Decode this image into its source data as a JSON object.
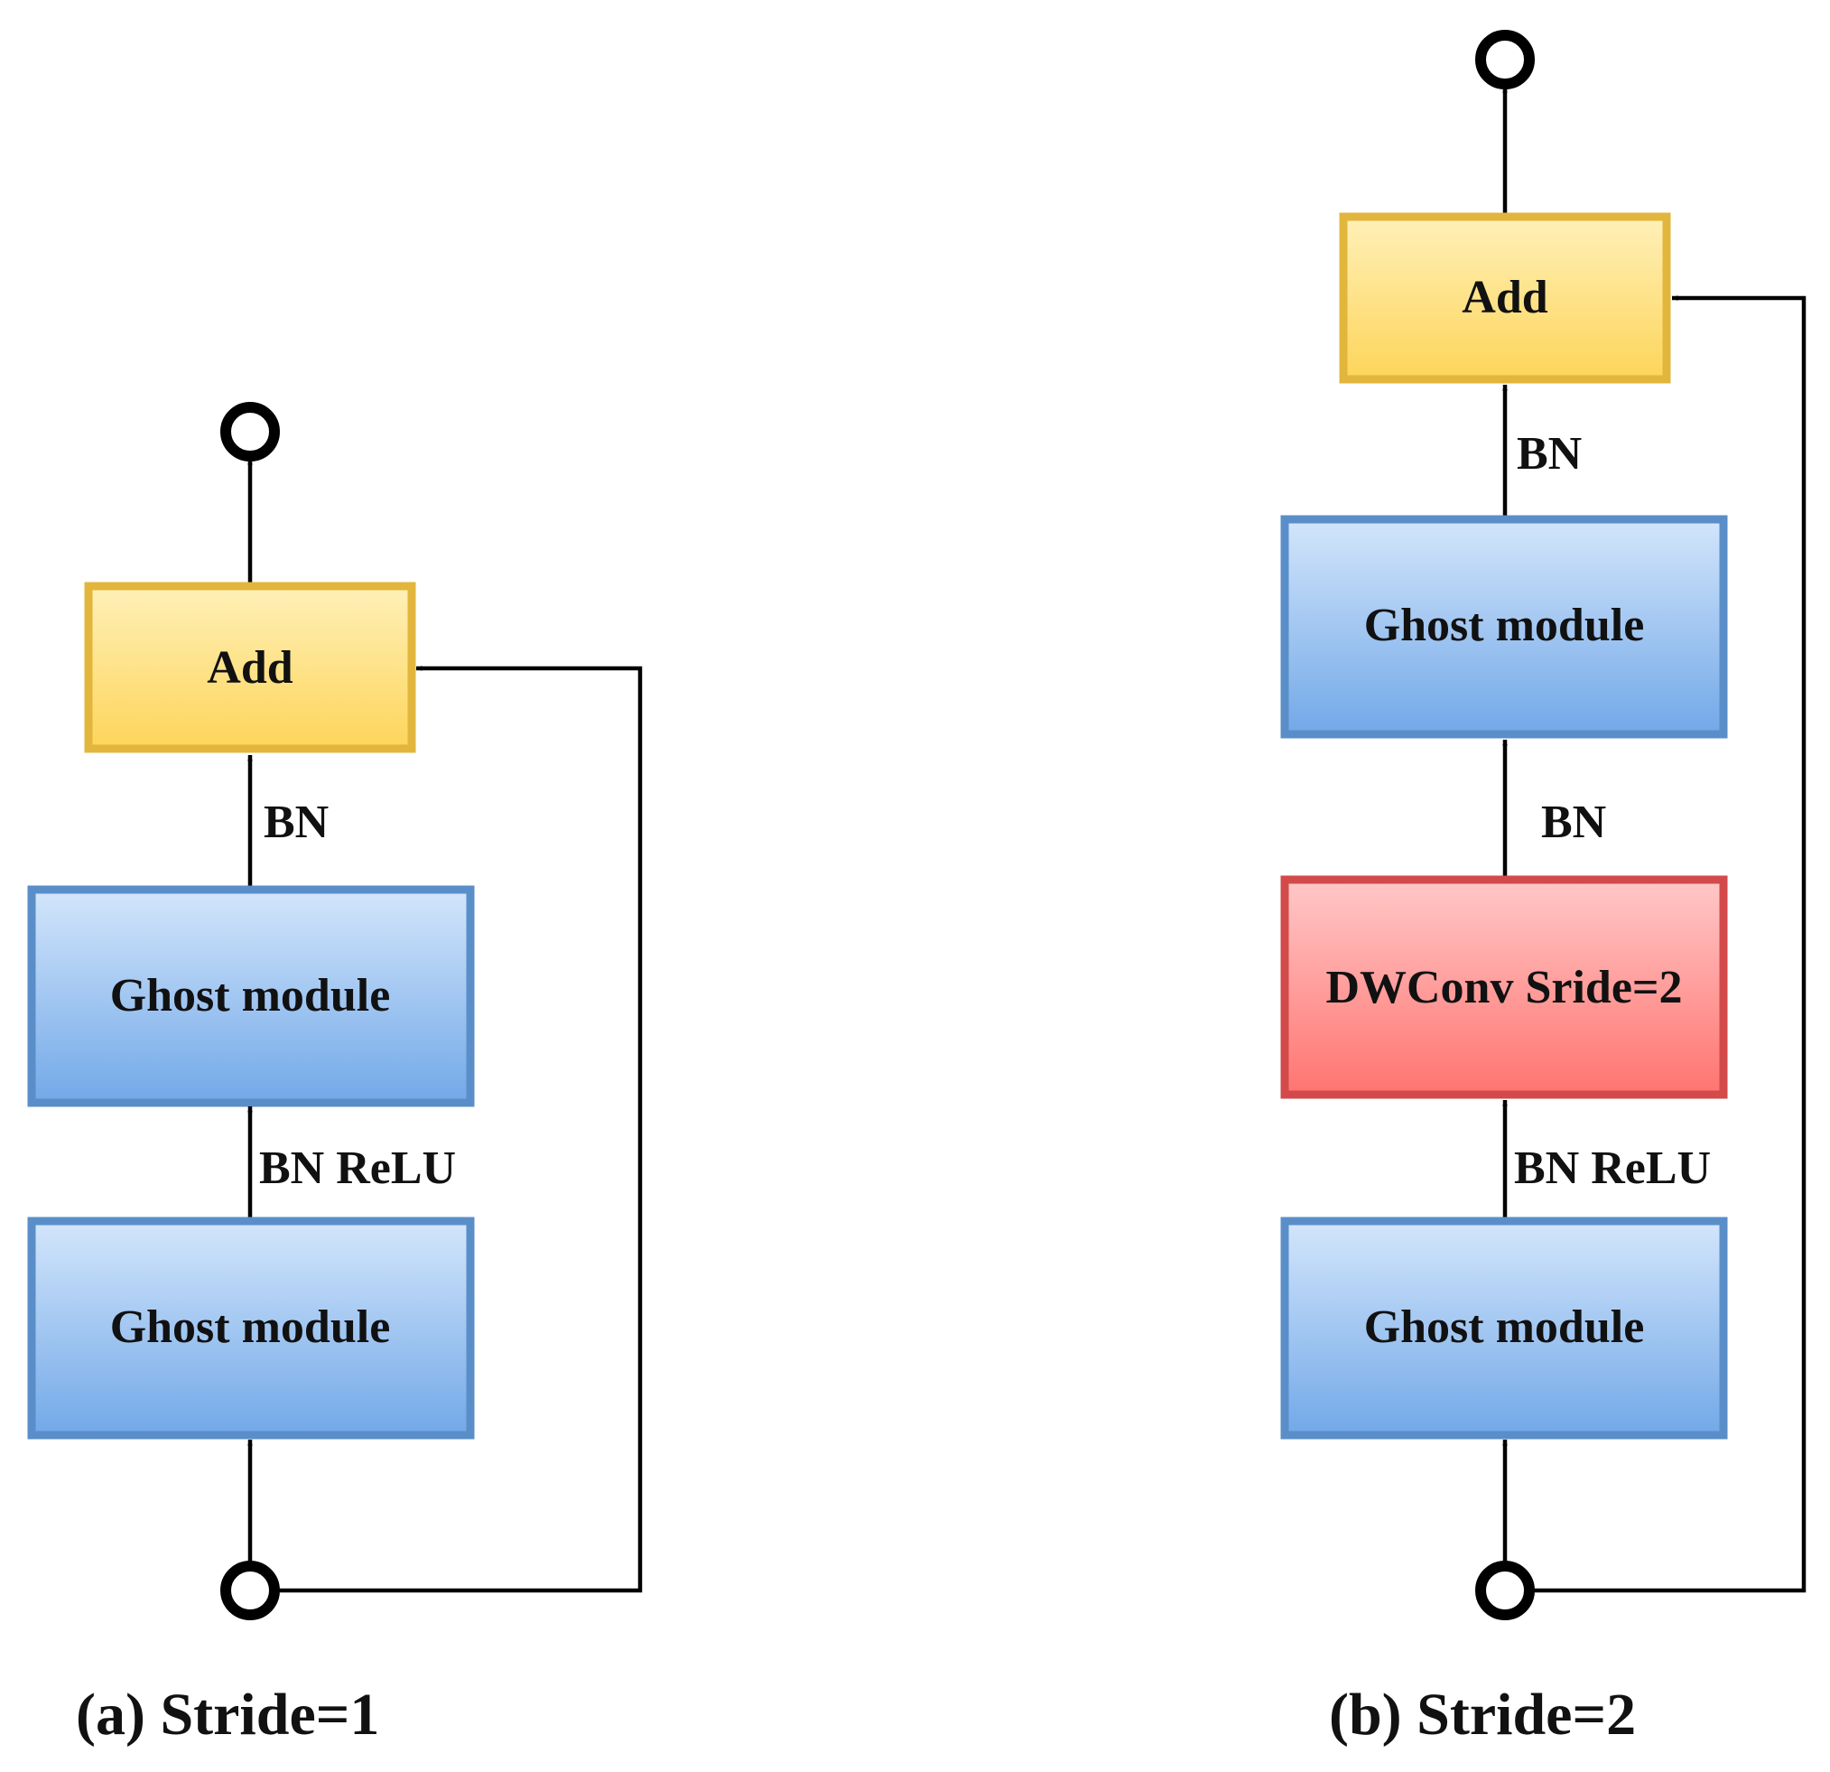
{
  "colors": {
    "add_fill_top": "#fff0b8",
    "add_fill_bottom": "#fdd55a",
    "add_stroke": "#e2b53c",
    "ghost_fill_top": "#d3e6fb",
    "ghost_fill_bottom": "#72a8e8",
    "ghost_stroke": "#5a8ec8",
    "dw_fill_top": "#ffc8c8",
    "dw_fill_bottom": "#ff7470",
    "dw_stroke": "#d24a4a"
  },
  "panel_a": {
    "caption": "(a) Stride=1",
    "add_label": "Add",
    "ghost_top_label": "Ghost module",
    "ghost_bottom_label": "Ghost module",
    "edge_upper_label": "BN",
    "edge_lower_label": "BN ReLU"
  },
  "panel_b": {
    "caption": "(b) Stride=2",
    "add_label": "Add",
    "ghost_top_label": "Ghost module",
    "dwconv_label": "DWConv Sride=2",
    "ghost_bottom_label": "Ghost module",
    "edge_upper_label": "BN",
    "edge_middle_label": "BN",
    "edge_lower_label": "BN ReLU"
  }
}
